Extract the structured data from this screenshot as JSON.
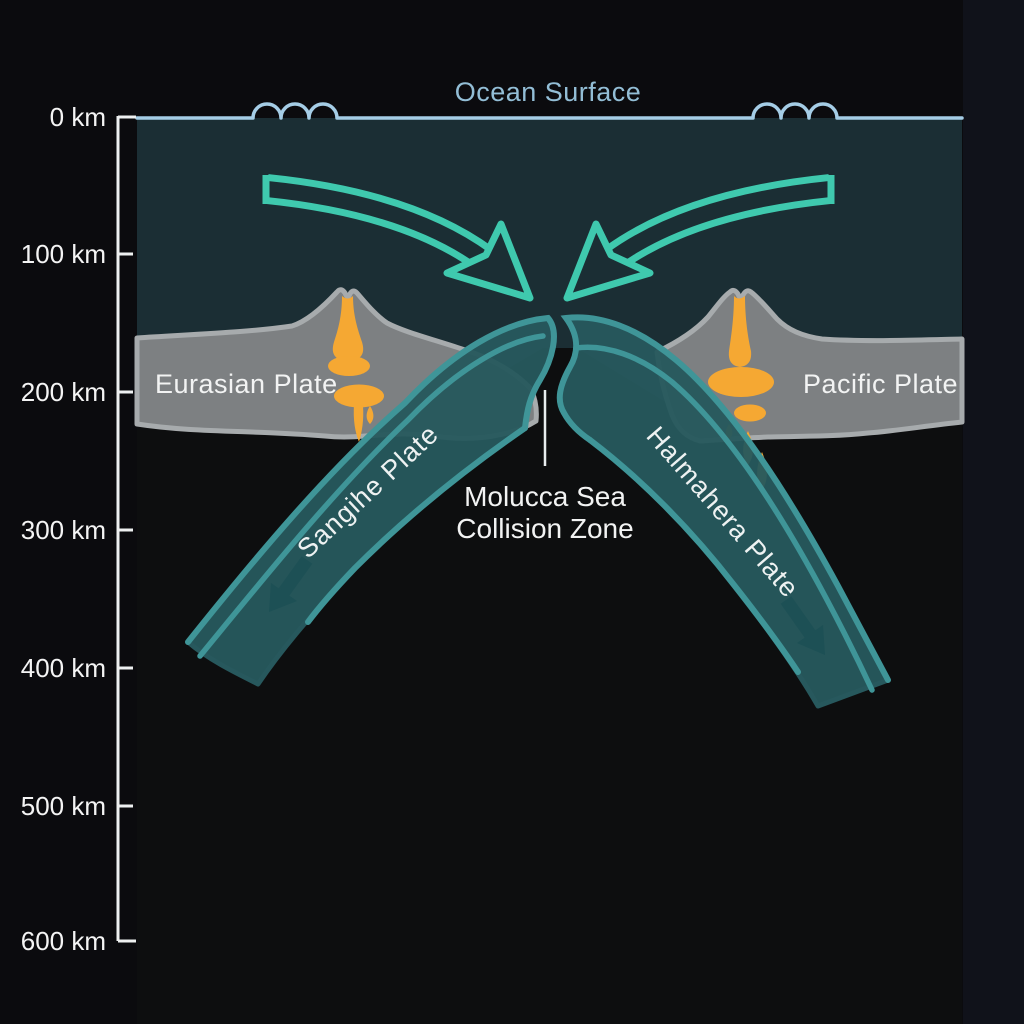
{
  "diagram": {
    "ocean_surface": "Ocean Surface",
    "collision_zone": {
      "line1": "Molucca Sea",
      "line2": "Collision Zone"
    },
    "plates": {
      "eurasian": "Eurasian Plate",
      "pacific": "Pacific Plate",
      "sangihe": "Sangihe Plate",
      "halmahera": "Halmahera Plate"
    },
    "depth_axis": {
      "unit": "km",
      "tick_labels": [
        "0 km",
        "100 km",
        "200 km",
        "300 km",
        "400 km",
        "500 km",
        "600 km"
      ],
      "tick_depths_km": [
        0,
        100,
        200,
        300,
        400,
        500,
        600
      ]
    },
    "colors": {
      "background": "#0b0b0e",
      "ocean_panel": "#1b2e34",
      "ocean_surface_line": "#a5cde6",
      "plate_fill": "#7d8082",
      "plate_border": "#a7abad",
      "slab_fill": "#27585d",
      "slab_edge": "#3f9598",
      "convergence_arrow": "#3fc9ae",
      "subduction_arrow": "#1d5055",
      "magma": "#f5a833",
      "label_text": "#f2f3f3",
      "ocean_label_text": "#93bed6"
    }
  }
}
